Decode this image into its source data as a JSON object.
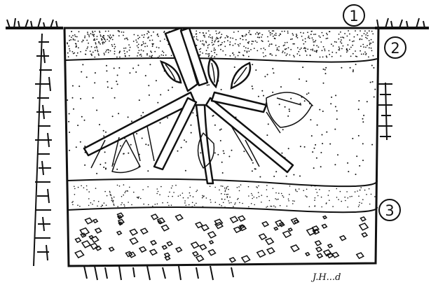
{
  "title": "",
  "layers": [
    {
      "marker": "1",
      "texture": "fine-stipple"
    },
    {
      "marker": "2",
      "texture": "sparse-dots"
    },
    {
      "marker": "3",
      "texture": "pebbles"
    }
  ],
  "signature": "J.H...d",
  "colors": {
    "ink": "#111111",
    "paper": "#ffffff"
  },
  "icons": [
    "grass-tuft-left",
    "grass-tuft-right",
    "tree-stump-with-roots",
    "leaf-buds"
  ]
}
